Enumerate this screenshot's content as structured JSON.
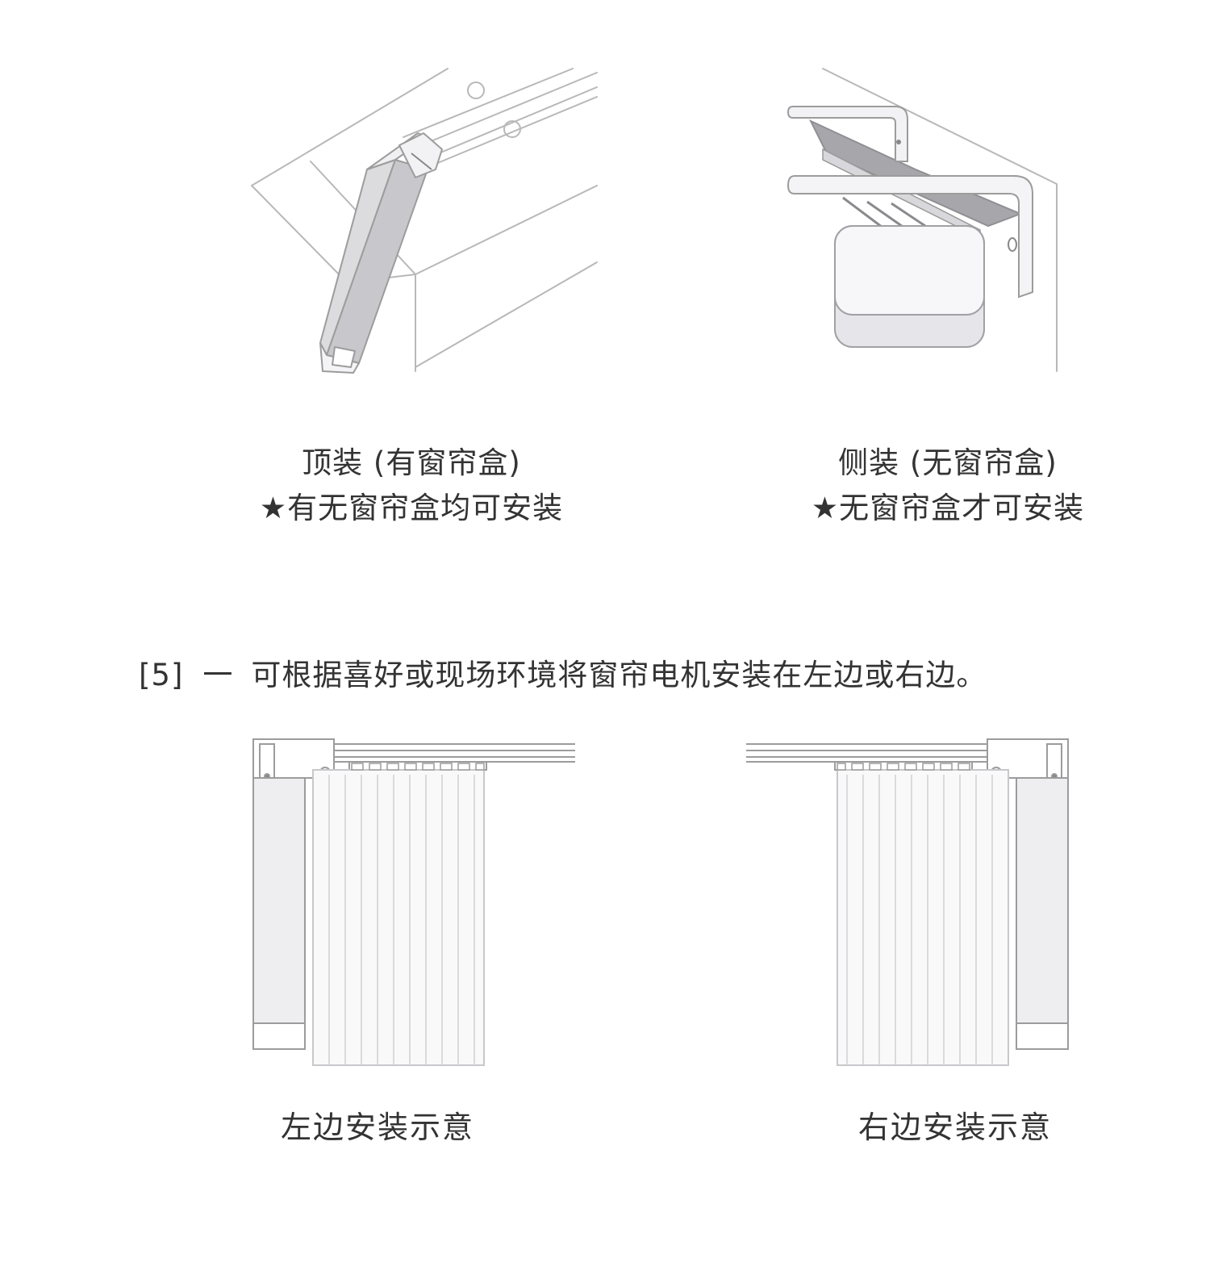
{
  "top_mount": {
    "title": "顶装 (有窗帘盒)",
    "note": "★有无窗帘盒均可安装",
    "illustration": "top-mount-illustration"
  },
  "side_mount": {
    "title": "侧装 (无窗帘盒)",
    "note": "★无窗帘盒才可安装",
    "illustration": "side-mount-illustration"
  },
  "step": {
    "number": "[5]",
    "dash": "一",
    "text": "可根据喜好或现场环境将窗帘电机安装在左边或右边。"
  },
  "left_install": {
    "label": "左边安装示意"
  },
  "right_install": {
    "label": "右边安装示意"
  },
  "colors": {
    "line": "#a9a9a9",
    "fill_light": "#eeeef0",
    "fill_mid": "#e3e3e6",
    "fill_dark": "#9e9ea3",
    "text": "#333333"
  }
}
